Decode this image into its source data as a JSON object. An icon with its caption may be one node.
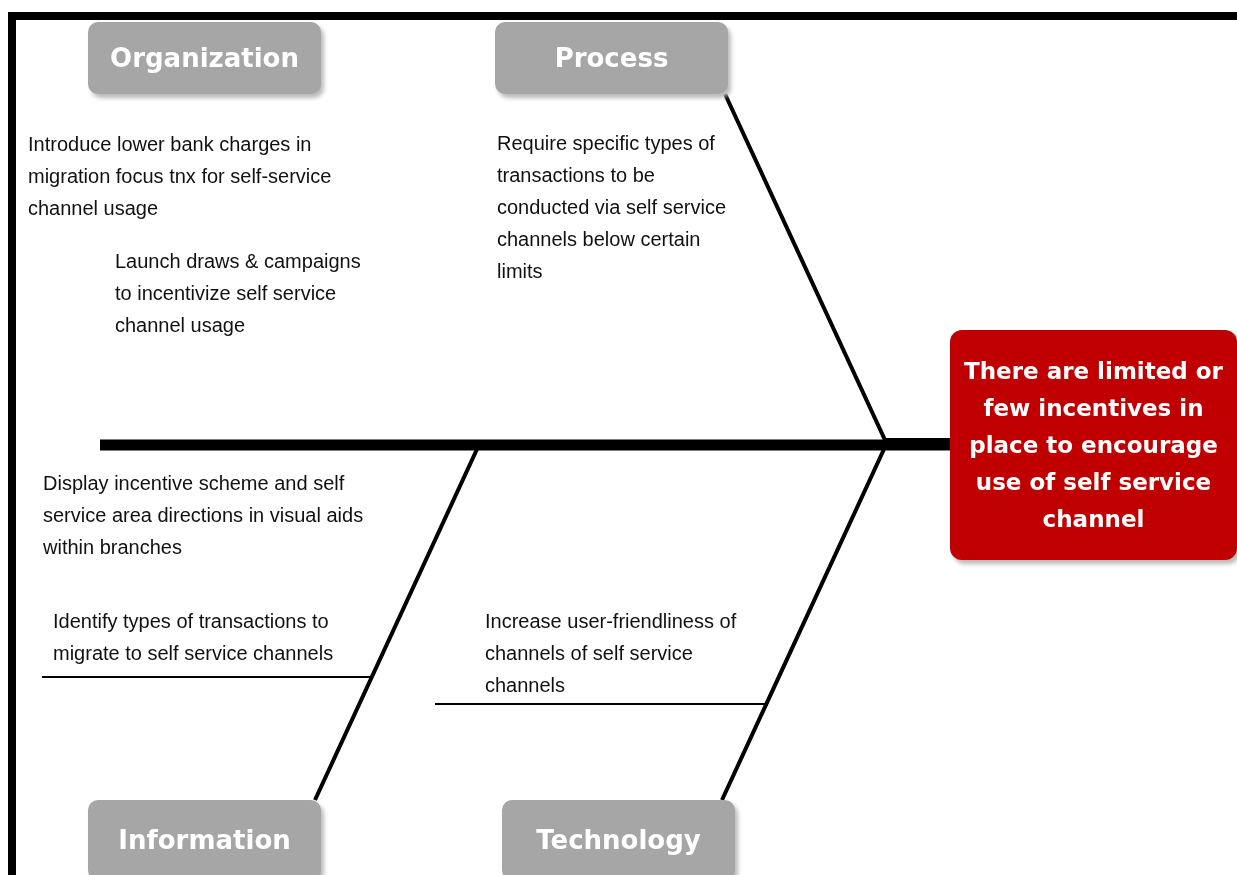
{
  "diagram": {
    "nodes": [
      {
        "text": [
          "Organization"
        ]
      },
      {
        "text": [
          "Process"
        ]
      },
      {
        "text": [
          "Information"
        ]
      },
      {
        "text": [
          "Technology"
        ]
      },
      {
        "text": [
          "There are limited or few incentives in place to encourage use of self service channel"
        ]
      },
      {
        "text": [
          "Introduce lower bank charges in migration focus tnx for self-service channel usage"
        ]
      },
      {
        "text": [
          "Launch draws & campaigns to incentivize self service channel usage"
        ]
      },
      {
        "text": [
          "Require specific types of transactions to be conducted via self service channels below certain limits"
        ]
      },
      {
        "text": [
          "Display incentive scheme and self service area directions in visual aids within branches"
        ]
      },
      {
        "text": [
          "Identify types of transactions to migrate to self service channels"
        ]
      },
      {
        "text": [
          "Increase user-friendliness of channels of self service channels"
        ]
      }
    ],
    "edges": [
      {
        "from": null,
        "to": 4,
        "arrow": "none",
        "style": "thick"
      },
      {
        "from": 1,
        "to": 4,
        "arrow": "none"
      },
      {
        "from": 2,
        "to": 4,
        "arrow": "none"
      },
      {
        "from": 3,
        "to": 4,
        "arrow": "none"
      },
      {
        "from": 9,
        "to": null,
        "arrow": "none"
      },
      {
        "from": 10,
        "to": null,
        "arrow": "none"
      }
    ]
  }
}
